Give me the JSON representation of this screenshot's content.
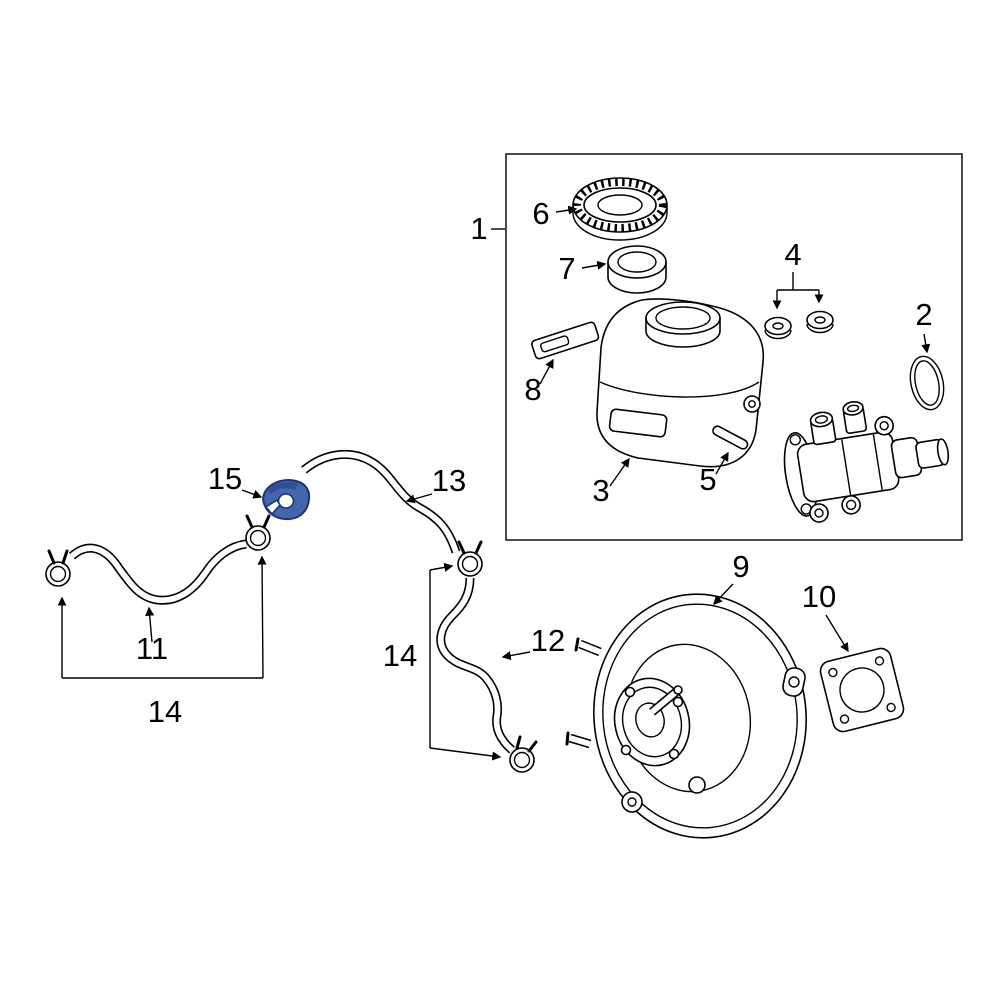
{
  "figure": {
    "background": "#ffffff",
    "line_color": "#000000",
    "highlight_fill": "#4565ad",
    "highlight_shade": "#32508f",
    "highlight_stroke": "#1a3570"
  },
  "callouts": {
    "assembly": "1",
    "oring": "2",
    "reservoir": "3",
    "grommet_pair": "4",
    "pin": "5",
    "cap": "6",
    "cap_adapter": "7",
    "bracket": "8",
    "booster": "9",
    "gasket": "10",
    "hose_left": "11",
    "hose_center": "12",
    "hose_top": "13",
    "clamp_group_left": "14",
    "clamp_group_center": "14",
    "clip": "15"
  }
}
